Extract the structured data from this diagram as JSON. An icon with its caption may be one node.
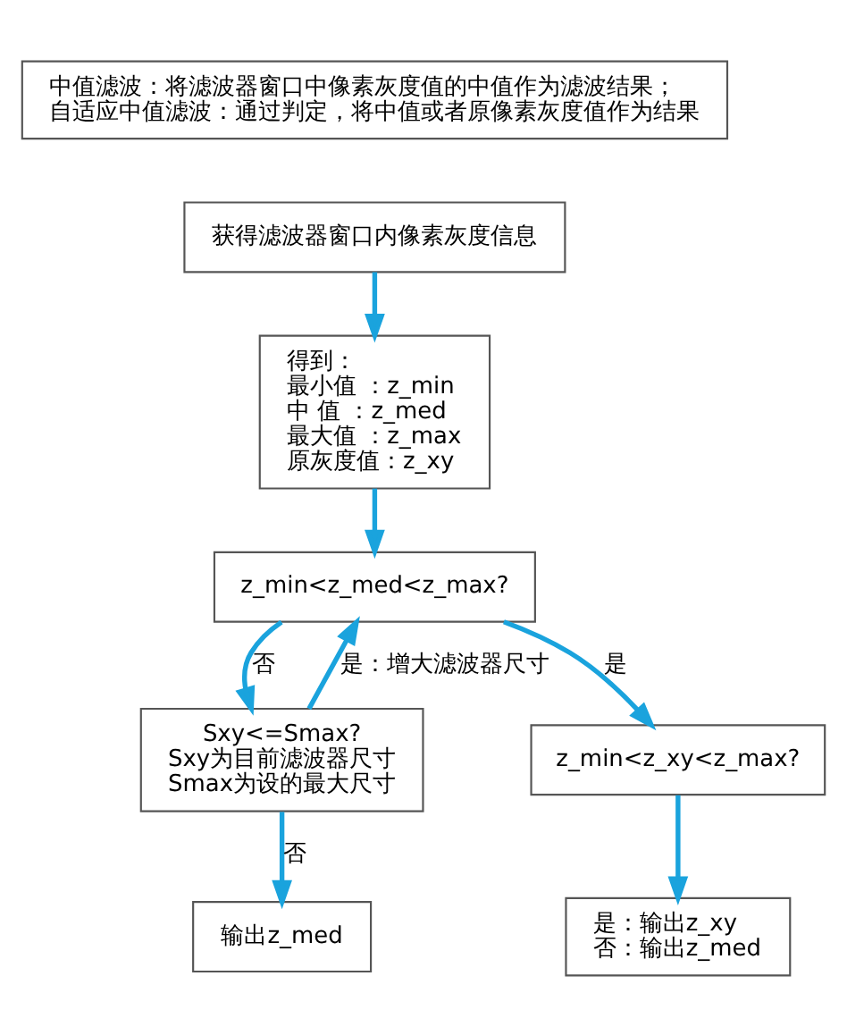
{
  "diagram": {
    "nodes": [
      {
        "text": [
          "中值滤波：将滤波器窗口中像素灰度值的中值作为滤波结果；",
          "自适应中值滤波：通过判定，将中值或者原像素灰度值作为结果"
        ]
      },
      {
        "text": [
          "获得滤波器窗口内像素灰度信息"
        ]
      },
      {
        "text": [
          "得到：",
          "最小值 ：z_min",
          "中 值 ：z_med",
          "最大值 ：z_max",
          "原灰度值：z_xy"
        ]
      },
      {
        "text": [
          "z_min<z_med<z_max?"
        ]
      },
      {
        "text": [
          "Sxy<=Smax?",
          "Sxy为目前滤波器尺寸",
          "Smax为设的最大尺寸"
        ]
      },
      {
        "text": [
          "z_min<z_xy<z_max?"
        ]
      },
      {
        "text": [
          "输出z_med"
        ]
      },
      {
        "text": [
          "是：输出z_xy",
          "否：输出z_med"
        ]
      }
    ],
    "edges": [
      {
        "from": 1,
        "to": 2,
        "arrow": "to"
      },
      {
        "from": 2,
        "to": 3,
        "arrow": "to"
      },
      {
        "from": 3,
        "to": 4,
        "arrow": "to",
        "label": "否"
      },
      {
        "from": 3,
        "to": 5,
        "arrow": "to",
        "label": "是"
      },
      {
        "from": 4,
        "to": 3,
        "arrow": "to",
        "label": "是：增大滤波器尺寸"
      },
      {
        "from": 4,
        "to": 6,
        "arrow": "to",
        "label": "否"
      },
      {
        "from": 5,
        "to": 7,
        "arrow": "to"
      }
    ]
  }
}
